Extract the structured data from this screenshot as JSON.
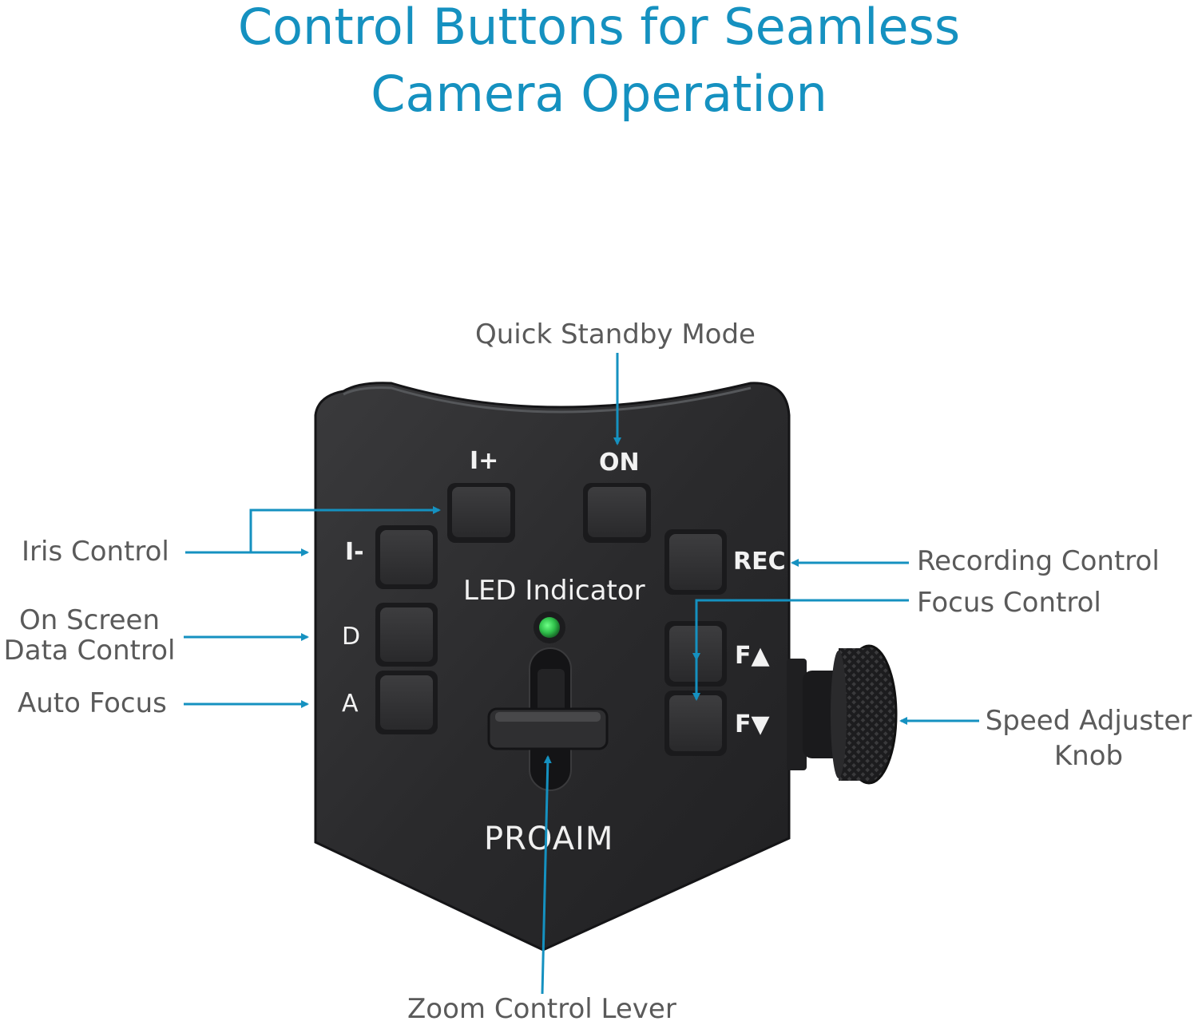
{
  "title": {
    "line1": "Control Buttons for Seamless",
    "line2": "Camera Operation"
  },
  "callouts": {
    "quick_standby": "Quick Standby Mode",
    "iris_control": "Iris Control",
    "on_screen_line1": "On Screen",
    "on_screen_line2": "Data Control",
    "auto_focus": "Auto Focus",
    "recording_control": "Recording Control",
    "focus_control": "Focus Control",
    "speed_adjuster_line1": "Speed Adjuster",
    "speed_adjuster_line2": "Knob",
    "zoom_lever": "Zoom Control Lever"
  },
  "device": {
    "button_labels": {
      "iris_plus": "I+",
      "on": "ON",
      "iris_minus": "I-",
      "rec": "REC",
      "data": "D",
      "auto": "A",
      "focus_up": "F▲",
      "focus_down": "F▼"
    },
    "led_label": "LED Indicator",
    "brand": "PROAIM"
  },
  "colors": {
    "title": "#1591c0",
    "arrow": "#1591c0",
    "label": "#5a5a5a",
    "device_body": "#2b2b2d",
    "led": "#2fbf4a"
  }
}
